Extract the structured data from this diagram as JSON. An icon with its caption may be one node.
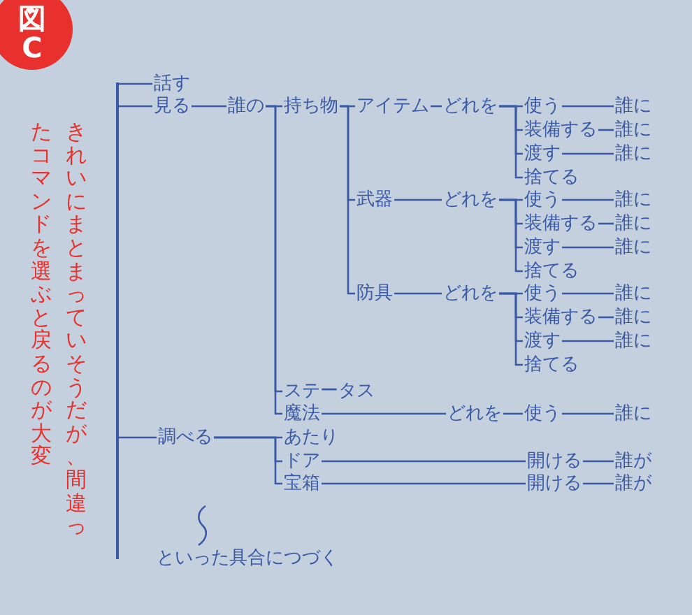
{
  "diagram": {
    "nodes": [
      {
        "text": [
          "図C"
        ]
      },
      {
        "text": [
          "話す"
        ]
      },
      {
        "text": [
          "見る"
        ]
      },
      {
        "text": [
          "誰の"
        ]
      },
      {
        "text": [
          "持ち物"
        ]
      },
      {
        "text": [
          "アイテム"
        ]
      },
      {
        "text": [
          "どれを"
        ]
      },
      {
        "text": [
          "使う"
        ]
      },
      {
        "text": [
          "誰に"
        ]
      },
      {
        "text": [
          "装備する"
        ]
      },
      {
        "text": [
          "誰に"
        ]
      },
      {
        "text": [
          "渡す"
        ]
      },
      {
        "text": [
          "誰に"
        ]
      },
      {
        "text": [
          "捨てる"
        ]
      },
      {
        "text": [
          "武器"
        ]
      },
      {
        "text": [
          "どれを"
        ]
      },
      {
        "text": [
          "使う"
        ]
      },
      {
        "text": [
          "誰に"
        ]
      },
      {
        "text": [
          "装備する"
        ]
      },
      {
        "text": [
          "誰に"
        ]
      },
      {
        "text": [
          "渡す"
        ]
      },
      {
        "text": [
          "誰に"
        ]
      },
      {
        "text": [
          "捨てる"
        ]
      },
      {
        "text": [
          "防具"
        ]
      },
      {
        "text": [
          "どれを"
        ]
      },
      {
        "text": [
          "使う"
        ]
      },
      {
        "text": [
          "誰に"
        ]
      },
      {
        "text": [
          "装備する"
        ]
      },
      {
        "text": [
          "誰に"
        ]
      },
      {
        "text": [
          "渡す"
        ]
      },
      {
        "text": [
          "誰に"
        ]
      },
      {
        "text": [
          "捨てる"
        ]
      },
      {
        "text": [
          "ステータス"
        ]
      },
      {
        "text": [
          "魔法"
        ]
      },
      {
        "text": [
          "どれを"
        ]
      },
      {
        "text": [
          "使う"
        ]
      },
      {
        "text": [
          "誰に"
        ]
      },
      {
        "text": [
          "調べる"
        ]
      },
      {
        "text": [
          "あたり"
        ]
      },
      {
        "text": [
          "ドア"
        ]
      },
      {
        "text": [
          "開ける"
        ]
      },
      {
        "text": [
          "誰が"
        ]
      },
      {
        "text": [
          "宝箱"
        ]
      },
      {
        "text": [
          "開ける"
        ]
      },
      {
        "text": [
          "誰が"
        ]
      },
      {
        "text": [],
        "shape": "bar"
      }
    ],
    "edges": [
      {
        "from": 45,
        "to": 1,
        "arrow": "none"
      },
      {
        "from": 45,
        "to": 2,
        "arrow": "none"
      },
      {
        "from": 45,
        "to": 37,
        "arrow": "none"
      },
      {
        "from": 2,
        "to": 3,
        "arrow": "none"
      },
      {
        "from": 3,
        "to": 4,
        "arrow": "none"
      },
      {
        "from": 3,
        "to": 32,
        "arrow": "none"
      },
      {
        "from": 3,
        "to": 33,
        "arrow": "none"
      },
      {
        "from": 4,
        "to": 5,
        "arrow": "none"
      },
      {
        "from": 4,
        "to": 14,
        "arrow": "none"
      },
      {
        "from": 4,
        "to": 23,
        "arrow": "none"
      },
      {
        "from": 5,
        "to": 6,
        "arrow": "none"
      },
      {
        "from": 6,
        "to": 7,
        "arrow": "none"
      },
      {
        "from": 6,
        "to": 9,
        "arrow": "none"
      },
      {
        "from": 6,
        "to": 11,
        "arrow": "none"
      },
      {
        "from": 6,
        "to": 13,
        "arrow": "none"
      },
      {
        "from": 7,
        "to": 8,
        "arrow": "none"
      },
      {
        "from": 9,
        "to": 10,
        "arrow": "none"
      },
      {
        "from": 11,
        "to": 12,
        "arrow": "none"
      },
      {
        "from": 14,
        "to": 15,
        "arrow": "none"
      },
      {
        "from": 15,
        "to": 16,
        "arrow": "none"
      },
      {
        "from": 15,
        "to": 18,
        "arrow": "none"
      },
      {
        "from": 15,
        "to": 20,
        "arrow": "none"
      },
      {
        "from": 15,
        "to": 22,
        "arrow": "none"
      },
      {
        "from": 16,
        "to": 17,
        "arrow": "none"
      },
      {
        "from": 18,
        "to": 19,
        "arrow": "none"
      },
      {
        "from": 20,
        "to": 21,
        "arrow": "none"
      },
      {
        "from": 23,
        "to": 24,
        "arrow": "none"
      },
      {
        "from": 24,
        "to": 25,
        "arrow": "none"
      },
      {
        "from": 24,
        "to": 27,
        "arrow": "none"
      },
      {
        "from": 24,
        "to": 29,
        "arrow": "none"
      },
      {
        "from": 24,
        "to": 31,
        "arrow": "none"
      },
      {
        "from": 25,
        "to": 26,
        "arrow": "none"
      },
      {
        "from": 27,
        "to": 28,
        "arrow": "none"
      },
      {
        "from": 29,
        "to": 30,
        "arrow": "none"
      },
      {
        "from": 33,
        "to": 34,
        "arrow": "none"
      },
      {
        "from": 34,
        "to": 35,
        "arrow": "none"
      },
      {
        "from": 35,
        "to": 36,
        "arrow": "none"
      },
      {
        "from": 37,
        "to": 38,
        "arrow": "none"
      },
      {
        "from": 37,
        "to": 39,
        "arrow": "none"
      },
      {
        "from": 37,
        "to": 42,
        "arrow": "none"
      },
      {
        "from": 39,
        "to": 40,
        "arrow": "none"
      },
      {
        "from": 40,
        "to": 41,
        "arrow": "none"
      },
      {
        "from": 42,
        "to": 43,
        "arrow": "none"
      },
      {
        "from": 43,
        "to": 44,
        "arrow": "none"
      }
    ],
    "labels": [
      "きれいにまとまっていそうだが、間違ったコマンドを選ぶと戻るのが大変",
      "といった具合につづく"
    ]
  }
}
